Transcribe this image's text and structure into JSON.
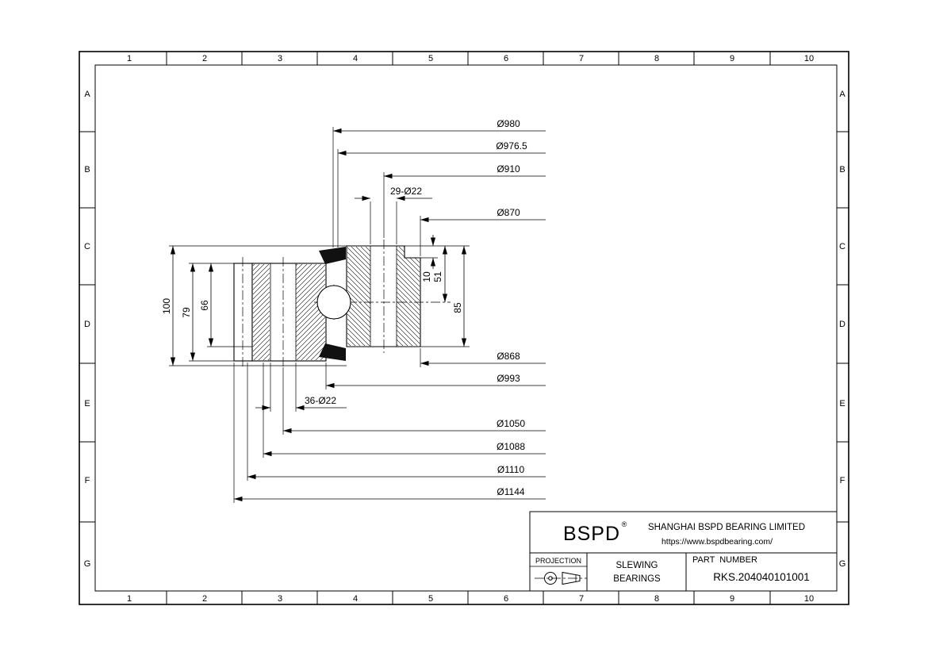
{
  "grid": {
    "cols": [
      "1",
      "2",
      "3",
      "4",
      "5",
      "6",
      "7",
      "8",
      "9",
      "10"
    ],
    "rows": [
      "A",
      "B",
      "C",
      "D",
      "E",
      "F",
      "G"
    ]
  },
  "dims": {
    "d980": "Ø980",
    "d976": "Ø976.5",
    "d910": "Ø910",
    "holes29": "29-Ø22",
    "d870": "Ø870",
    "d868": "Ø868",
    "d993": "Ø993",
    "holes36": "36-Ø22",
    "d1050": "Ø1050",
    "d1088": "Ø1088",
    "d1110": "Ø1110",
    "d1144": "Ø1144",
    "h100": "100",
    "h79": "79",
    "h66": "66",
    "v10": "10",
    "v51": "51",
    "v85": "85"
  },
  "title_block": {
    "brand": "BSPD",
    "reg": "®",
    "company": "SHANGHAI BSPD BEARING LIMITED",
    "website": "https://www.bspdbearing.com/",
    "projection": "PROJECTION",
    "product1": "SLEWING",
    "product2": "BEARINGS",
    "part_label": "PART  NUMBER",
    "part_number": "RKS.204040101001"
  }
}
